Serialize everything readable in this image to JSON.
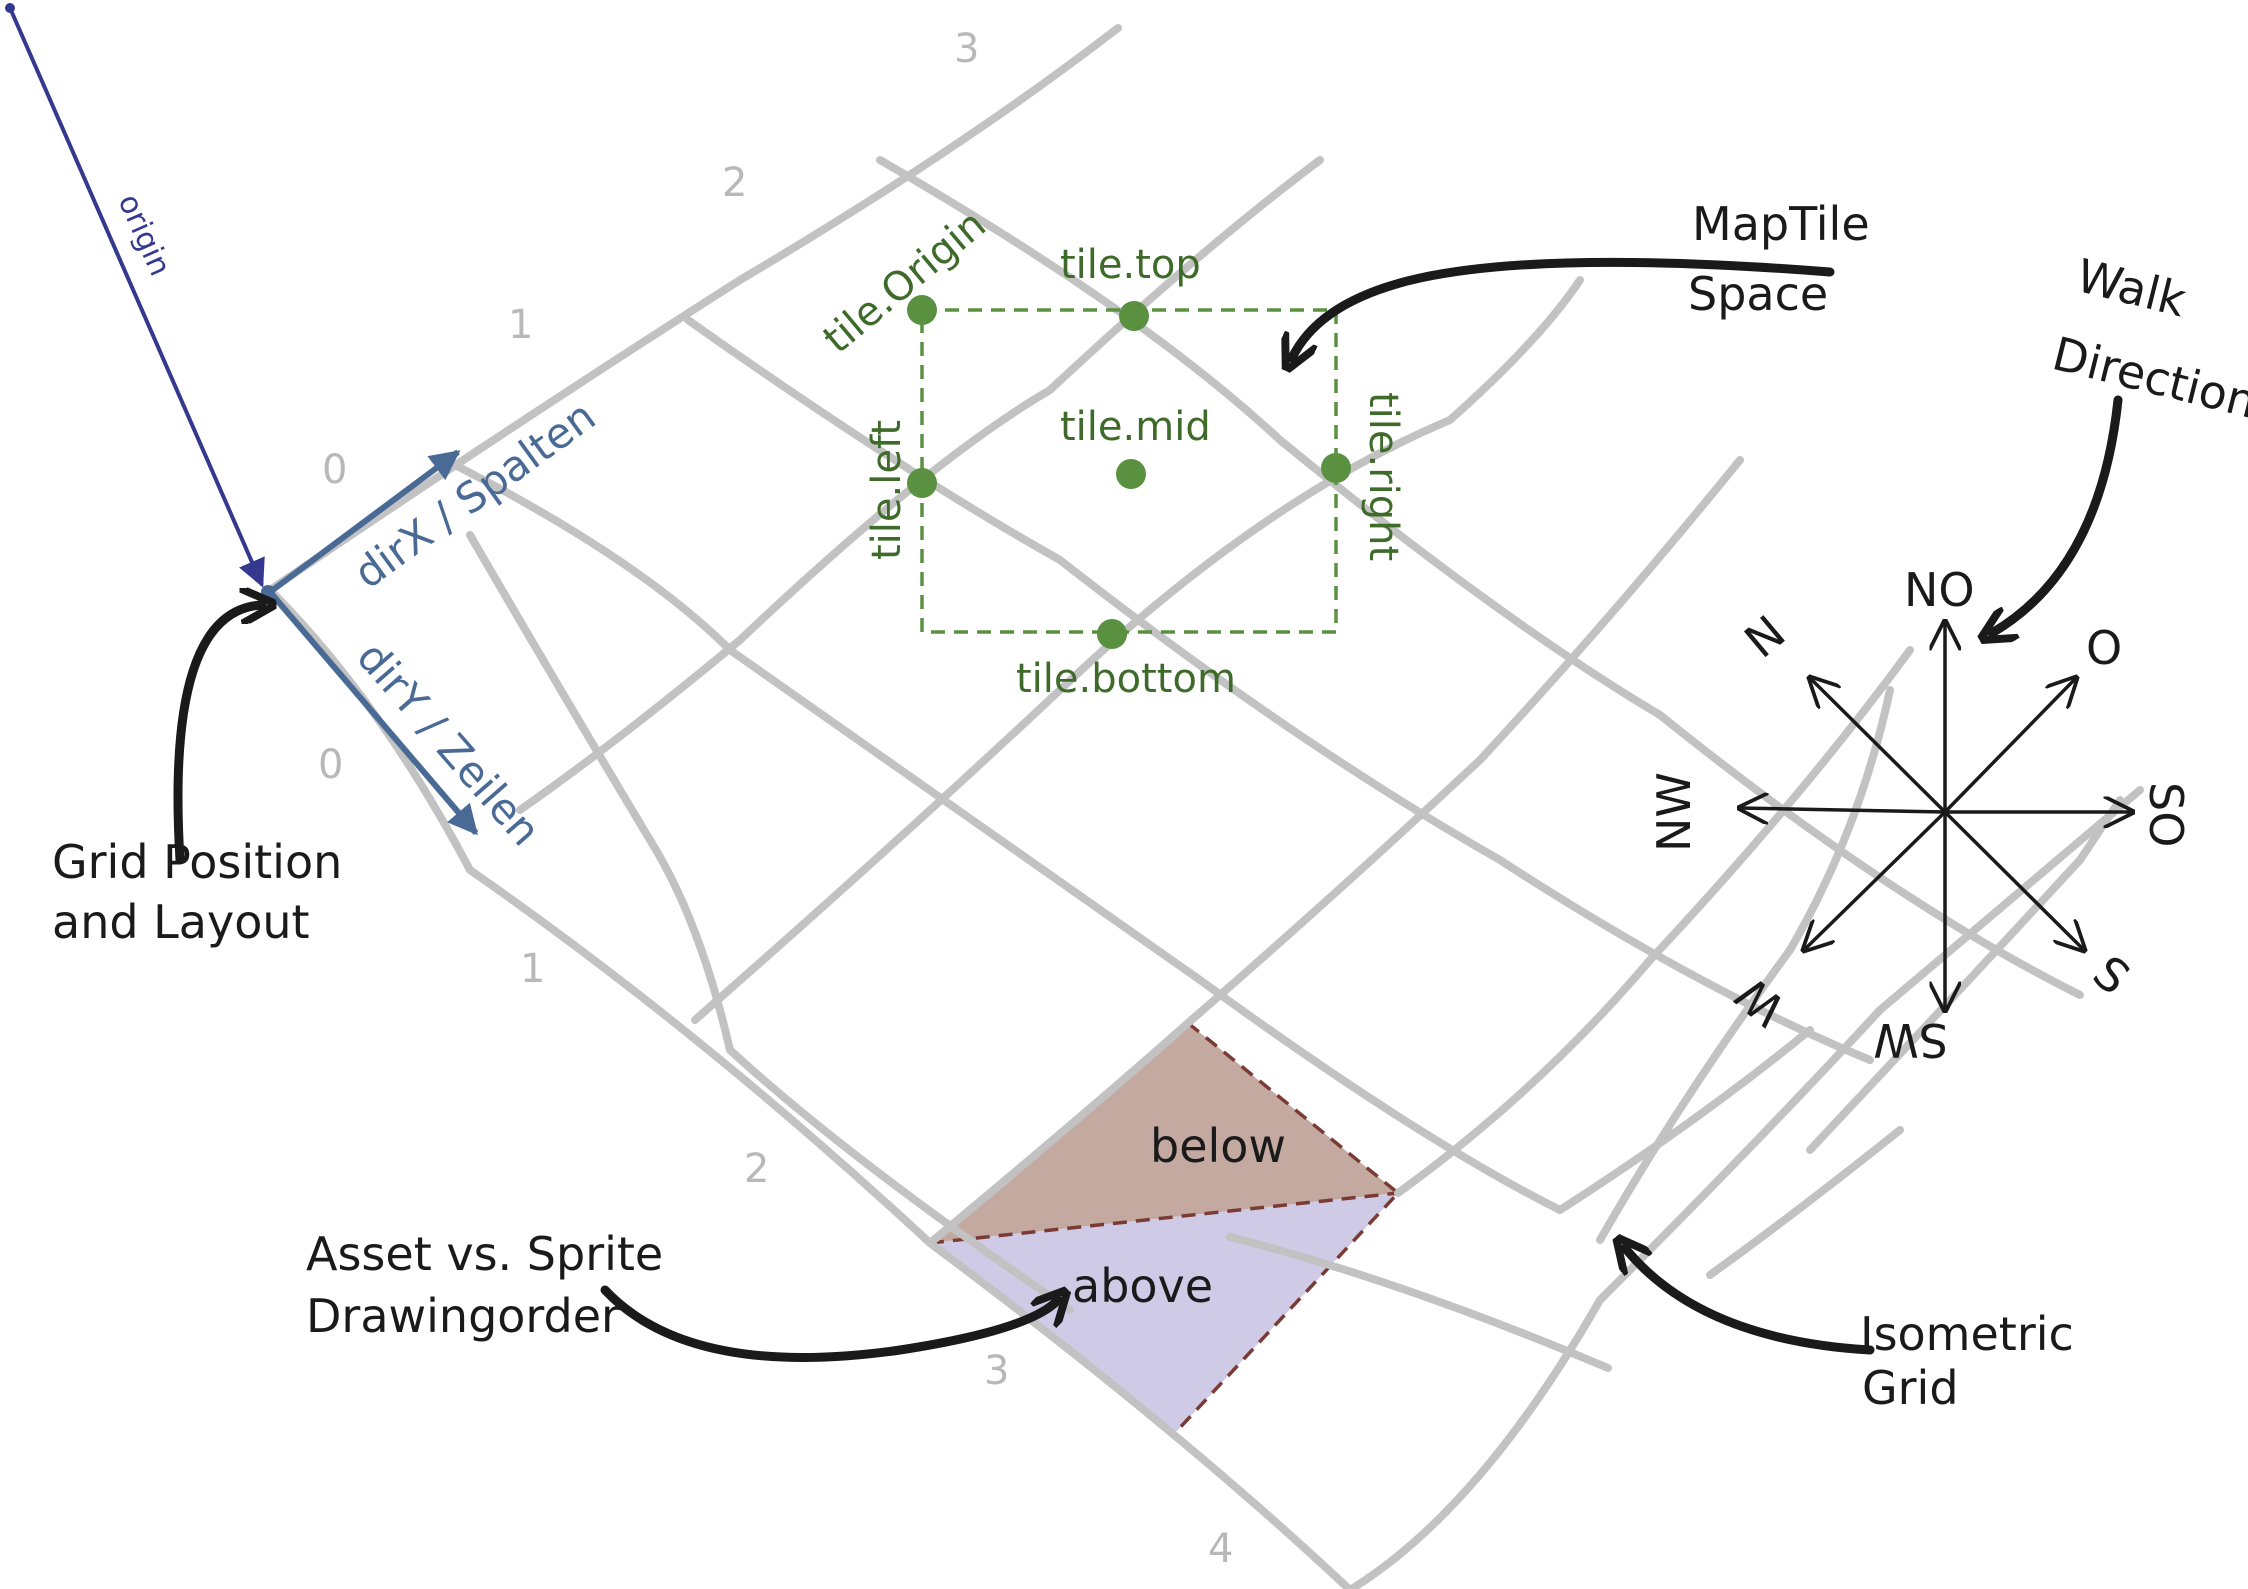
{
  "annotations": {
    "origin": "origin",
    "dirx": "dirX / Spalten",
    "diry": "dirY / Zeilen",
    "grid_position": [
      "Grid Position",
      "and Layout"
    ],
    "maptile_space": [
      "MapTile",
      "Space"
    ],
    "walk_direction": [
      "Walk",
      "Direction"
    ],
    "isometric_grid": [
      "Isometric",
      "Grid"
    ],
    "asset_sprite": [
      "Asset vs. Sprite",
      "Drawingorder"
    ]
  },
  "tile_points": {
    "origin": "tile.Origin",
    "top": "tile.top",
    "left": "tile.left",
    "mid": "tile.mid",
    "right": "tile.right",
    "bottom": "tile.bottom"
  },
  "draw_order": {
    "below": "below",
    "above": "above"
  },
  "column_indices": [
    "0",
    "1",
    "2",
    "3"
  ],
  "row_indices": [
    "0",
    "1",
    "2",
    "3",
    "4"
  ],
  "compass": {
    "n": "N",
    "no": "NO",
    "o": "O",
    "so": "SO",
    "s": "S",
    "sw": "SW",
    "w": "W",
    "nw": "NW"
  },
  "colors": {
    "grid": "#c2c2c2",
    "tile_points": "#5a9140",
    "tile_labels": "#3f6b2a",
    "axis_arrows": "#4a6a96",
    "origin_line": "#34388f",
    "below_fill": "#c4a9a1",
    "above_fill": "#cfcbe6",
    "draworder_outline": "#7a3b35"
  }
}
